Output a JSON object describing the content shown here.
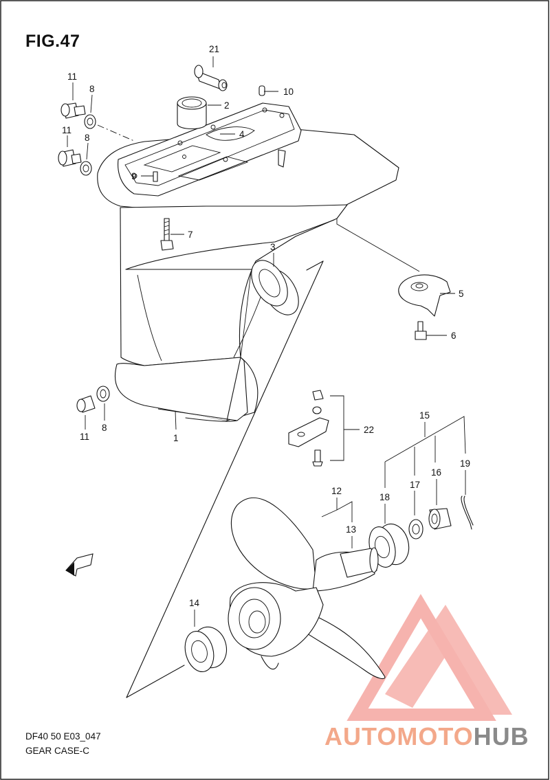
{
  "figure": {
    "title": "FIG.47",
    "code": "DF40 50 E03_047",
    "name": "GEAR CASE-C",
    "direction_marker": "FWD"
  },
  "callouts": [
    "21",
    "2",
    "10",
    "4",
    "11",
    "8",
    "11",
    "8",
    "9",
    "7",
    "3",
    "5",
    "6",
    "11",
    "8",
    "1",
    "22",
    "15",
    "12",
    "19",
    "16",
    "17",
    "18",
    "13",
    "14"
  ],
  "watermark": {
    "part_a": "AUTOMOTO",
    "part_b": "HUB",
    "color_a": "#f3a88a",
    "color_b": "#8a8a8a",
    "logo_color": "#f5a6a0"
  },
  "colors": {
    "line": "#111111",
    "background": "#ffffff"
  }
}
